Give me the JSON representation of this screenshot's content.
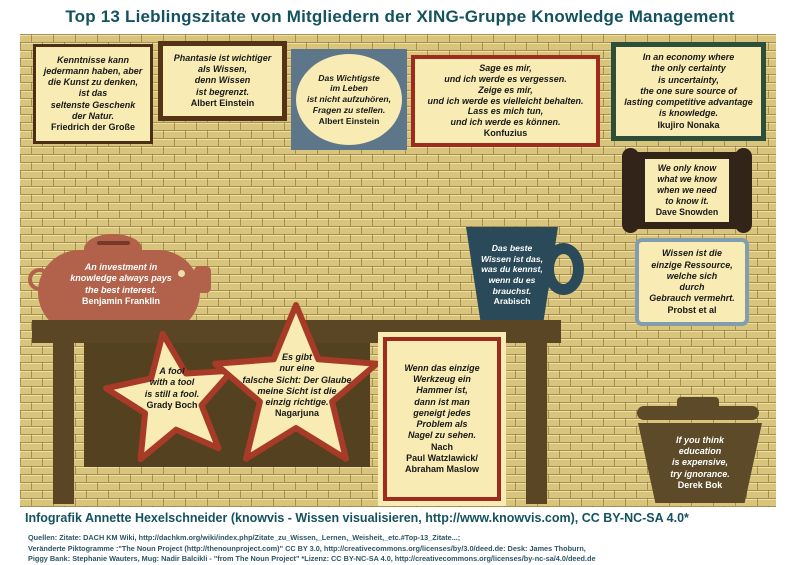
{
  "title": "Top 13 Lieblingszitate von Mitgliedern der XING-Gruppe Knowledge Management",
  "quotes": {
    "friedrich": {
      "text": "Kenntnisse kann\njedermann haben, aber\ndie Kunst zu denken,\nist das\nseltenste Geschenk\nder Natur.",
      "author": "Friedrich der Große"
    },
    "einstein_phantasie": {
      "text": "Phantasie ist wichtiger\nals Wissen,\ndenn Wissen\nist begrenzt.",
      "author": "Albert Einstein"
    },
    "einstein_fragen": {
      "text": "Das Wichtigste\nim Leben\nist nicht aufzuhören,\nFragen zu stellen.",
      "author": "Albert Einstein"
    },
    "konfuzius": {
      "text": "Sage es mir,\nund ich werde es vergessen.\nZeige es mir,\nund ich werde es vielleicht behalten.\nLass es mich tun,\nund ich werde es können.",
      "author": "Konfuzius"
    },
    "nonaka": {
      "text": "In an economy where\nthe only certainty\nis uncertainty,\nthe one sure source of\nlasting competitive advantage\nis knowledge.",
      "author": "Ikujiro Nonaka"
    },
    "snowden": {
      "text": "We only know\nwhat we know\nwhen we need\nto know it.",
      "author": "Dave Snowden"
    },
    "franklin": {
      "text": "An investment in\nknowledge always pays\nthe best interest.",
      "author": "Benjamin Franklin"
    },
    "arabisch": {
      "text": "Das beste\nWissen ist das,\nwas du kennst,\nwenn du es\nbrauchst.",
      "author": "Arabisch"
    },
    "probst": {
      "text": "Wissen ist die\neinzige Ressource,\nwelche sich\ndurch\nGebrauch vermehrt.",
      "author": "Probst et al"
    },
    "grady": {
      "text": "A fool\nwith a tool\nis still a fool.",
      "author": "Grady Boch"
    },
    "nagarjuna": {
      "text": "Es gibt\nnur eine\nfalsche Sicht: Der Glaube\nmeine Sicht ist die\neinzig richtige.",
      "author": "Nagarjuna"
    },
    "watzlawick": {
      "text": "Wenn das einzige\nWerkzeug ein\nHammer ist,\ndann ist man\ngeneigt jedes\nProblem als\nNagel zu sehen.",
      "author": "Nach\nPaul Watzlawick/\nAbraham Maslow"
    },
    "derek": {
      "text": "If you think\neducation\nis expensive,\ntry ignorance.",
      "author": "Derek Bok"
    }
  },
  "footer": {
    "credit": "Infografik Annette Hexelschneider (knowvis - Wissen visualisieren, http://www.knowvis.com),  CC BY-NC-SA 4.0*",
    "source1": "Quellen: Zitate: DACH KM Wiki, http://dachkm.org/wiki/index.php/Zitate_zu_Wissen,_Lernen,_Weisheit,_etc.#Top-13_Zitate...;",
    "source2": "Veränderte Piktogramme :\"The Noun Project (http://thenounproject.com)\" CC BY 3.0, http://creativecommons.org/licenses/by/3.0/deed.de: Desk: James Thoburn,",
    "source3": "Piggy Bank: Stephanie Wauters, Mug: Nadir Balcikli - \"from The Noun Project\"      *Lizenz: CC BY-NC-SA 4.0, http://creativecommons.org/licenses/by-nc-sa/4.0/deed.de"
  },
  "colors": {
    "title_teal": "#14525f",
    "brick_base": "#d8c57b",
    "quote_cream": "#f8ecb4",
    "border_brown": "#553317",
    "border_red": "#9e2b1e",
    "border_green": "#2d4f3a",
    "slate_panel": "#5d7689",
    "probst_border": "#819dae",
    "desk_brown": "#5a4524",
    "scroll_brown": "#33241a",
    "pig_terracotta": "#b2624a",
    "mug_slate": "#2b4a59",
    "star_outline": "#a83a28"
  }
}
